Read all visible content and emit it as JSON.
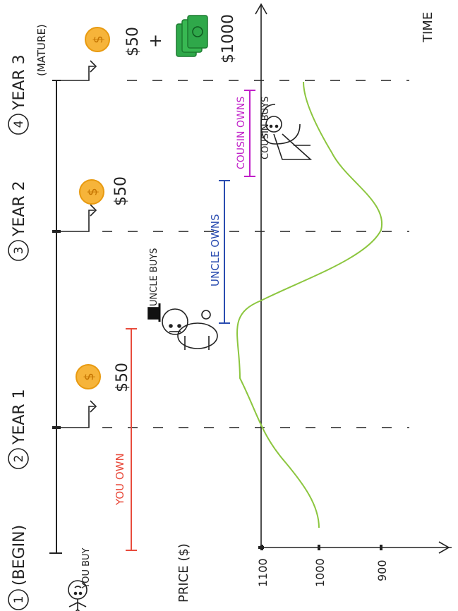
{
  "stages": [
    {
      "num": "1",
      "label": "(BEGIN)"
    },
    {
      "num": "2",
      "label": "YEAR 1"
    },
    {
      "num": "3",
      "label": "YEAR 2"
    },
    {
      "num": "4",
      "label": "YEAR 3"
    }
  ],
  "mature_label": "(MATURE)",
  "payments": {
    "coupon": "$50",
    "coupon_symbol": "$",
    "plus": "+",
    "principal": "$1000"
  },
  "ownership": {
    "you": "YOU OWN",
    "uncle": "UNCLE OWNS",
    "cousin": "COUSIN OWNS"
  },
  "characters": {
    "you": "YOU BUY",
    "uncle": "UNCLE BUYS",
    "cousin": "COUSIN BUYS"
  },
  "axis": {
    "y_label": "PRICE ($)",
    "x_label": "TIME",
    "ticks": [
      "1100",
      "1000",
      "900"
    ]
  },
  "colors": {
    "you": "#e84b3c",
    "uncle": "#2a4cb0",
    "cousin": "#c020c8",
    "price_curve": "#8cc63f",
    "coin": "#f0a020",
    "bill": "#2fa84a",
    "ink": "#222222"
  }
}
